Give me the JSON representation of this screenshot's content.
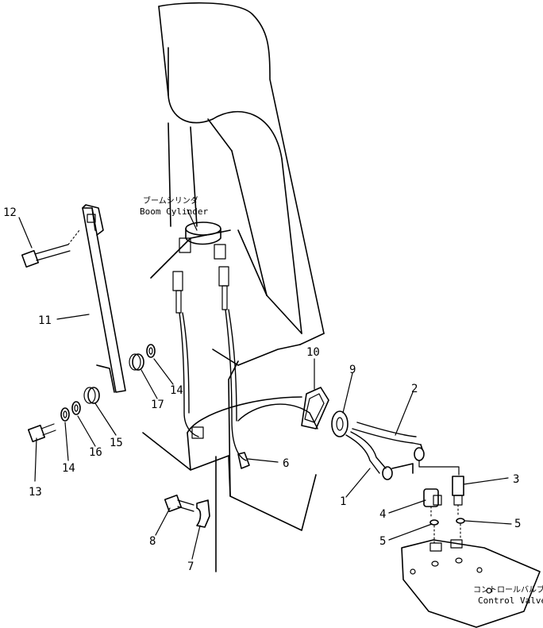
{
  "labels": {
    "boom_cylinder_jp": "ブームシリンダ",
    "boom_cylinder_en": "Boom Cylinder",
    "control_valve_jp": "コントロールバルブ",
    "control_valve_en": "Control Valve"
  },
  "callouts": [
    {
      "id": "1",
      "text": "1"
    },
    {
      "id": "2",
      "text": "2"
    },
    {
      "id": "3",
      "text": "3"
    },
    {
      "id": "4",
      "text": "4"
    },
    {
      "id": "5a",
      "text": "5"
    },
    {
      "id": "5b",
      "text": "5"
    },
    {
      "id": "6",
      "text": "6"
    },
    {
      "id": "7",
      "text": "7"
    },
    {
      "id": "8",
      "text": "8"
    },
    {
      "id": "9",
      "text": "9"
    },
    {
      "id": "10",
      "text": "10"
    },
    {
      "id": "11",
      "text": "11"
    },
    {
      "id": "12",
      "text": "12"
    },
    {
      "id": "13",
      "text": "13"
    },
    {
      "id": "14a",
      "text": "14"
    },
    {
      "id": "14b",
      "text": "14"
    },
    {
      "id": "15",
      "text": "15"
    },
    {
      "id": "16",
      "text": "16"
    },
    {
      "id": "17",
      "text": "17"
    }
  ]
}
